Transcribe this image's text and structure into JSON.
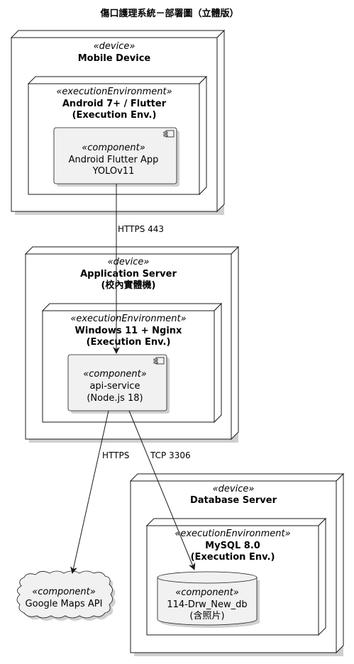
{
  "title": "傷口護理系統－部署圖（立體版）",
  "stereotypes": {
    "device": "«device»",
    "execution_environment": "«executionEnvironment»",
    "component": "«component»"
  },
  "nodes": {
    "mobile_device": {
      "name": "Mobile Device",
      "env": {
        "line1": "Android 7+ / Flutter",
        "line2": "(Execution Env.)"
      },
      "component": {
        "line1": "Android Flutter App",
        "line2": "YOLOv11"
      }
    },
    "application_server": {
      "line1": "Application Server",
      "line2": "(校內實體機)",
      "env": {
        "line1": "Windows 11 + Nginx",
        "line2": "(Execution Env.)"
      },
      "component": {
        "line1": "api-service",
        "line2": "(Node.js 18)"
      }
    },
    "database_server": {
      "name": "Database Server",
      "env": {
        "line1": "MySQL 8.0",
        "line2": "(Execution Env.)"
      },
      "component": {
        "line1": "114-Drw_New_db",
        "line2": "(含照片)"
      }
    },
    "google_maps": {
      "name": "Google Maps API"
    }
  },
  "connections": {
    "app_to_api": "HTTPS 443",
    "api_to_maps": "HTTPS",
    "api_to_db": "TCP 3306"
  },
  "colors": {
    "node_fill": "#ffffff",
    "component_fill": "#f1f1f1",
    "stroke": "#181818",
    "shadow": "#d0d0d0"
  }
}
